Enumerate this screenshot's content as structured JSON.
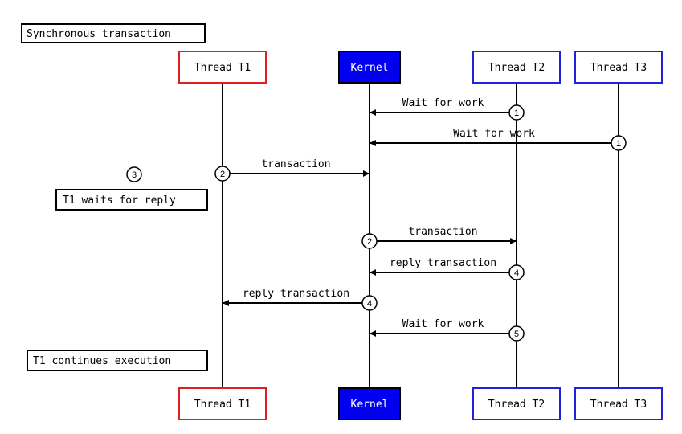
{
  "title": "Synchronous transaction",
  "participants": [
    {
      "id": "t1",
      "label": "Thread T1",
      "border_color": "#e02020",
      "fill": "#ffffff",
      "text_color": "#000000"
    },
    {
      "id": "kernel",
      "label": "Kernel",
      "border_color": "#000000",
      "fill": "#0000ee",
      "text_color": "#ffffff"
    },
    {
      "id": "t2",
      "label": "Thread T2",
      "border_color": "#2222dd",
      "fill": "#ffffff",
      "text_color": "#000000"
    },
    {
      "id": "t3",
      "label": "Thread T3",
      "border_color": "#2222dd",
      "fill": "#ffffff",
      "text_color": "#000000"
    }
  ],
  "messages": [
    {
      "from": "t2",
      "to": "kernel",
      "label": "Wait for work",
      "step": "1"
    },
    {
      "from": "t3",
      "to": "kernel",
      "label": "Wait for work",
      "step": "1"
    },
    {
      "from": "t1",
      "to": "kernel",
      "label": "transaction",
      "step": "2"
    },
    {
      "from": "kernel",
      "to": "t2",
      "label": "transaction",
      "step": "2"
    },
    {
      "from": "t2",
      "to": "kernel",
      "label": "reply transaction",
      "step": "4"
    },
    {
      "from": "kernel",
      "to": "t1",
      "label": "reply transaction",
      "step": "4"
    },
    {
      "from": "t2",
      "to": "kernel",
      "label": "Wait for work",
      "step": "5"
    }
  ],
  "notes": [
    {
      "text": "T1 waits for reply",
      "step": "3"
    },
    {
      "text": "T1 continues execution"
    }
  ]
}
